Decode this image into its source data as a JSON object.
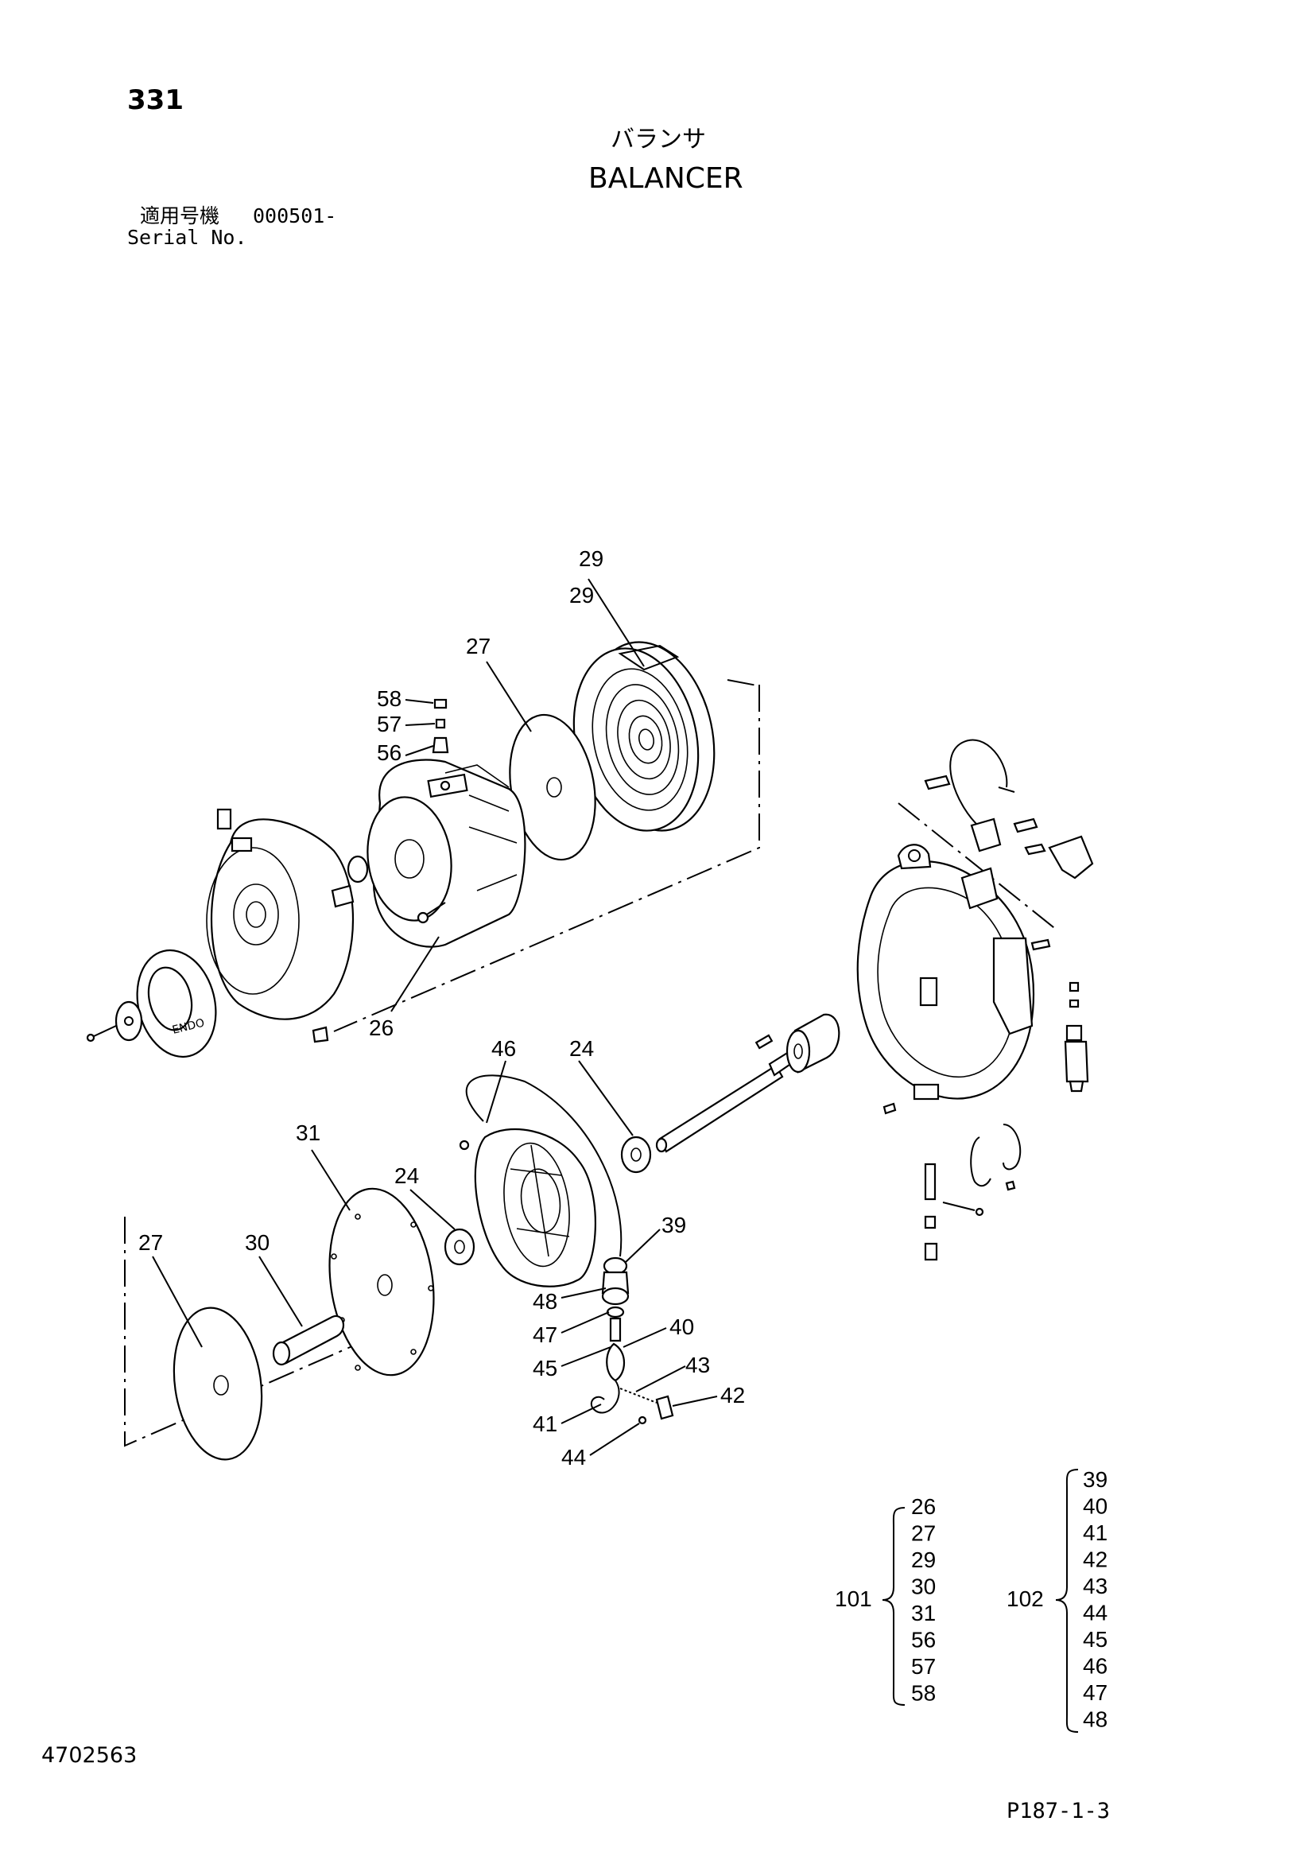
{
  "header": {
    "page_number": "331",
    "title_jp": "バランサ",
    "title_en": "BALANCER",
    "serial_label_jp": "適用号機",
    "serial_value": "000501-",
    "serial_label_en": "Serial No."
  },
  "callouts": {
    "c29a": "29",
    "c29b": "29",
    "c27a": "27",
    "c58": "58",
    "c57": "57",
    "c56": "56",
    "c26": "26",
    "c46": "46",
    "c24a": "24",
    "c31": "31",
    "c24b": "24",
    "c27b": "27",
    "c30": "30",
    "c39": "39",
    "c48": "48",
    "c47": "47",
    "c40": "40",
    "c45": "45",
    "c43": "43",
    "c42": "42",
    "c41": "41",
    "c44": "44"
  },
  "assemblies": [
    {
      "id": "101",
      "items": [
        "26",
        "27",
        "29",
        "30",
        "31",
        "56",
        "57",
        "58"
      ]
    },
    {
      "id": "102",
      "items": [
        "39",
        "40",
        "41",
        "42",
        "43",
        "44",
        "45",
        "46",
        "47",
        "48"
      ]
    }
  ],
  "footer": {
    "doc_number": "4702563",
    "page_ref": "P187-1-3"
  }
}
